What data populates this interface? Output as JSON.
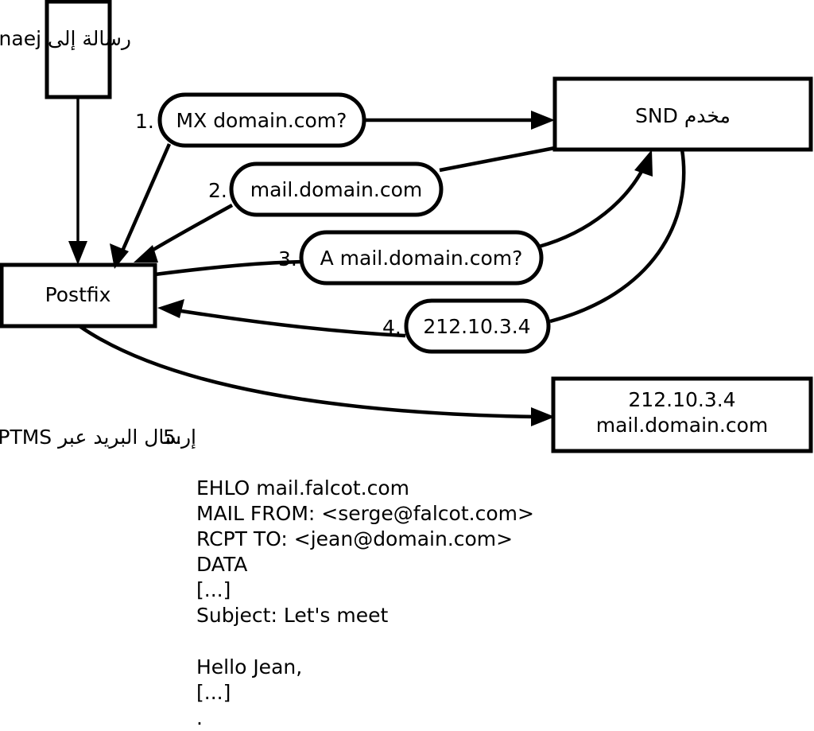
{
  "diagram": {
    "header_note": "رسالة إلى jean@domain.com",
    "nodes": {
      "sender_box": {
        "label": ""
      },
      "postfix": {
        "label": "Postfix"
      },
      "dns_server": {
        "label": "مخدم DNS"
      },
      "target_server": {
        "line1": "212.10.3.4",
        "line2": "mail.domain.com"
      }
    },
    "steps": [
      {
        "number": "1.",
        "bubble": "MX domain.com?"
      },
      {
        "number": "2.",
        "bubble": "mail.domain.com"
      },
      {
        "number": "3.",
        "bubble": "A mail.domain.com?"
      },
      {
        "number": "4.",
        "bubble": "212.10.3.4"
      },
      {
        "number": "5.",
        "label": "إرسال البريد عبر SMTP"
      }
    ],
    "smtp_transcript": [
      "EHLO mail.falcot.com",
      "MAIL FROM: <serge@falcot.com>",
      "RCPT TO: <jean@domain.com>",
      "DATA",
      "[...]",
      "Subject: Let's meet",
      "",
      "Hello Jean,",
      "[...]",
      "."
    ],
    "colors": {
      "ink": "#000000",
      "paper": "#ffffff"
    }
  }
}
